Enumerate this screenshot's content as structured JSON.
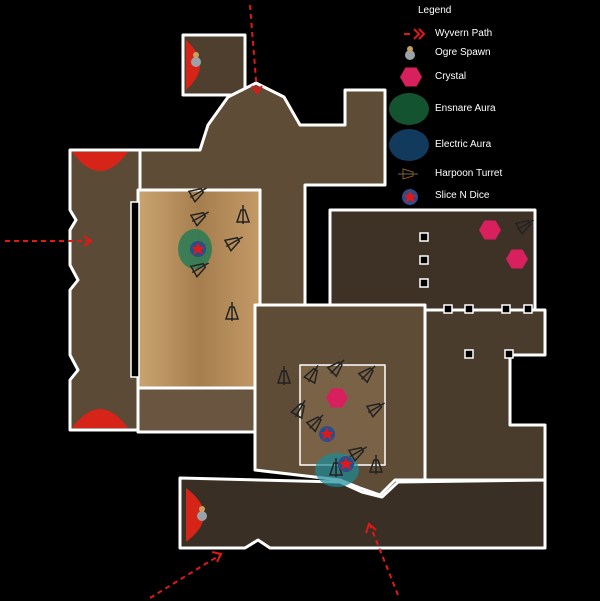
{
  "legend": {
    "title": "Legend",
    "items": [
      {
        "label": "Wyvern Path",
        "icon": "red-double-arrow-icon"
      },
      {
        "label": "Ogre Spawn",
        "icon": "ogre-spawn-icon"
      },
      {
        "label": "Crystal",
        "icon": "pink-hexagon-icon"
      },
      {
        "label": "Ensnare Aura",
        "icon": "green-circle-icon"
      },
      {
        "label": "Electric Aura",
        "icon": "blue-circle-icon"
      },
      {
        "label": "Harpoon Turret",
        "icon": "harpoon-turret-icon"
      },
      {
        "label": "Slice N Dice",
        "icon": "red-star-icon"
      }
    ]
  },
  "colors": {
    "wyvern": "#e01818",
    "crystal": "#d8205f",
    "ensnare": "#14532f",
    "electric": "#123a5c",
    "floor": "#5a4a36",
    "floor_light": "#b08a5a",
    "wall": "#ffffff"
  }
}
